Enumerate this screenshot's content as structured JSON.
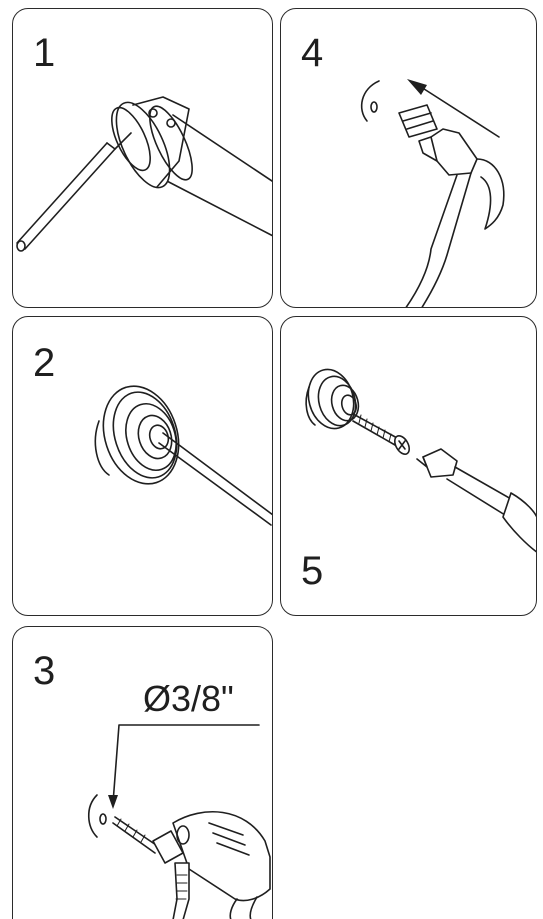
{
  "steps": [
    {
      "id": "1",
      "label": "1"
    },
    {
      "id": "2",
      "label": "2"
    },
    {
      "id": "3",
      "label": "3",
      "dimension": "Ø3/8\""
    },
    {
      "id": "4",
      "label": "4"
    },
    {
      "id": "5",
      "label": "5"
    }
  ],
  "colors": {
    "line": "#1f1f1f",
    "background": "#ffffff",
    "border": "#2b2b2b"
  }
}
